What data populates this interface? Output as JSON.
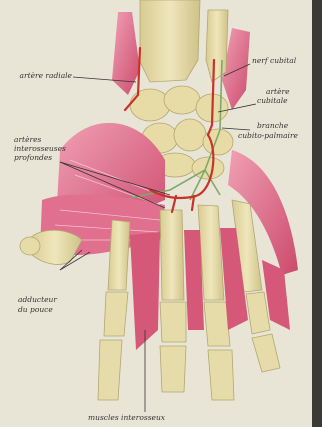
{
  "labels": {
    "radial_artery": "artère radiale",
    "ulnar_nerve": "nerf cubital",
    "ulnar_artery_line1": "artère",
    "ulnar_artery_line2": "cubitale",
    "palmar_branch_line1": "branche",
    "palmar_branch_line2": "cubito-palmaire",
    "deep_arteries_line1": "artères",
    "deep_arteries_line2": "interosseuses",
    "deep_arteries_line3": "profondes",
    "adductor_line1": "adducteur",
    "adductor_line2": "du pouce",
    "interosseous_muscles": "muscles interosseux"
  },
  "colors": {
    "background": "#e9e5d6",
    "bone": "#e6dcaa",
    "bone_shadow": "#c9bd84",
    "muscle": "#d85a7a",
    "muscle_light": "#ee9ab0",
    "artery": "#c8322a",
    "nerve": "#7fa86a",
    "leader_line": "#333333"
  }
}
